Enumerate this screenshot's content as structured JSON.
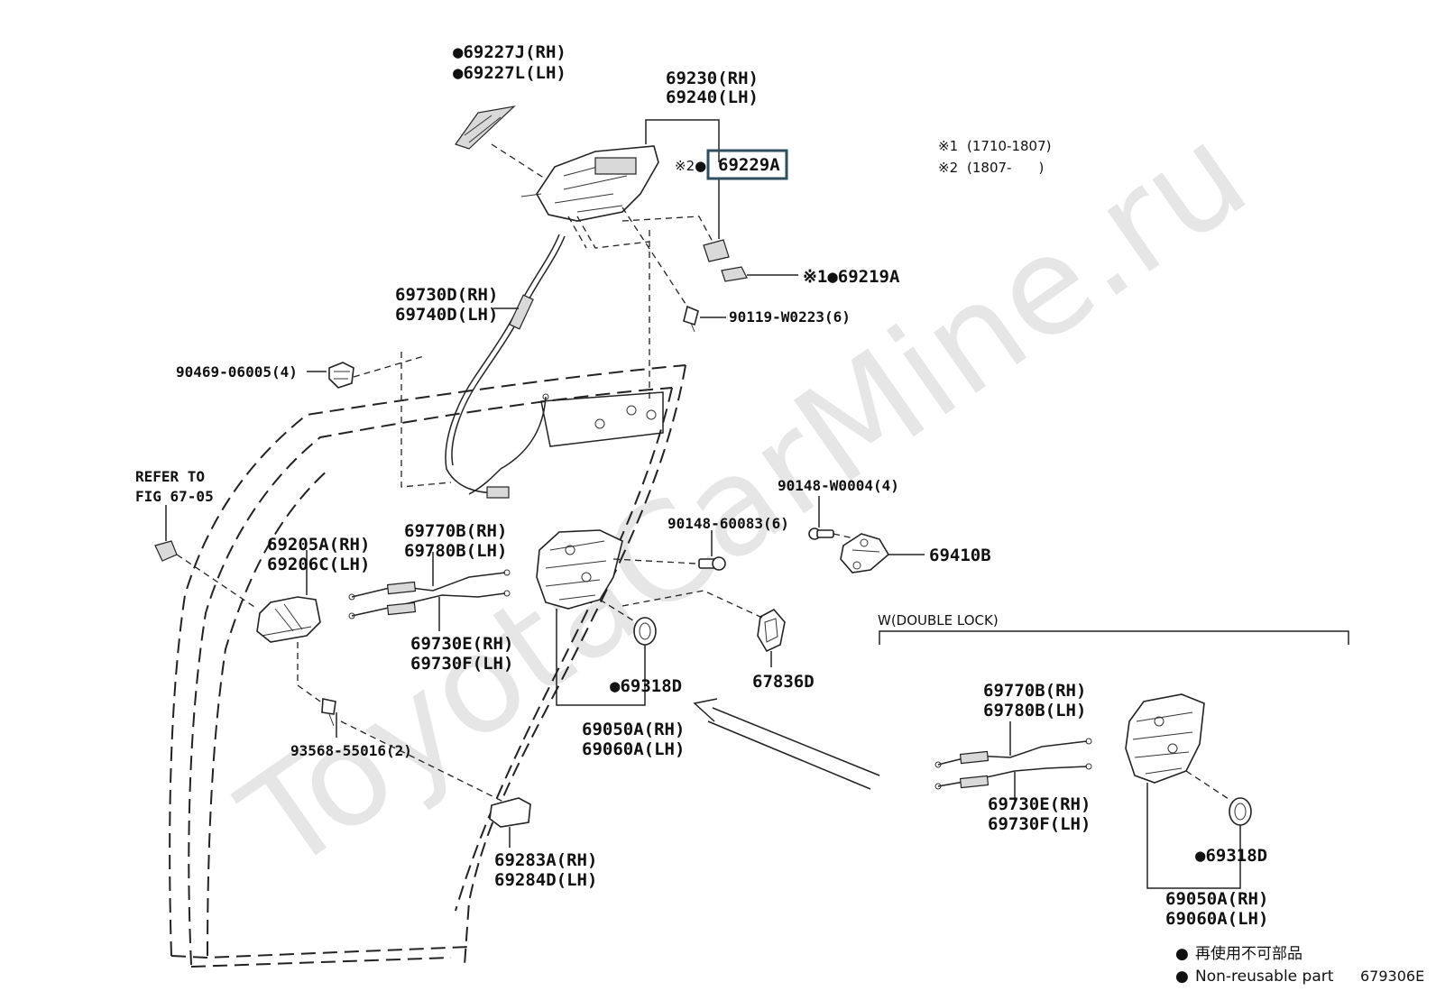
{
  "watermark": "ToyotaCarMine.ru",
  "footnotes": [
    {
      "mark": "※1",
      "range": "(1710-1807)"
    },
    {
      "mark": "※2",
      "range": "(1807-　　)"
    }
  ],
  "labels": {
    "p69227j": "●69227J(RH)",
    "p69227l": "●69227L(LH)",
    "p69230": "69230(RH)",
    "p69240": "69240(LH)",
    "p69229a_mark": "※2●",
    "p69229a": "69229A",
    "p69219a": "※1●69219A",
    "p69730d": "69730D(RH)",
    "p69740d": "69740D(LH)",
    "p90119": "90119-W0223(6)",
    "p90469": "90469-06005(4)",
    "refer1": "REFER TO",
    "refer2": "FIG 67-05",
    "p90148w": "90148-W0004(4)",
    "p90148_6": "90148-60083(6)",
    "p69410b": "69410B",
    "p69205a": "69205A(RH)",
    "p69206c": "69206C(LH)",
    "p69770b": "69770B(RH)",
    "p69780b": "69780B(LH)",
    "p69730e": "69730E(RH)",
    "p69730f": "69730F(LH)",
    "p69318d": "●69318D",
    "p67836d": "67836D",
    "p69050a": "69050A(RH)",
    "p69060a": "69060A(LH)",
    "p93568": "93568-55016(2)",
    "p69283a": "69283A(RH)",
    "p69284d": "69284D(LH)",
    "double_lock": "W(DOUBLE LOCK)",
    "w_69770b": "69770B(RH)",
    "w_69780b": "69780B(LH)",
    "w_69730e": "69730E(RH)",
    "w_69730f": "69730F(LH)",
    "w_69318d": "●69318D",
    "w_69050a": "69050A(RH)",
    "w_69060a": "69060A(LH)"
  },
  "legend": [
    {
      "bullet": "●",
      "text": "再使用不可部品"
    },
    {
      "bullet": "●",
      "text": "Non-reusable part"
    }
  ],
  "figure_code": "679306E"
}
